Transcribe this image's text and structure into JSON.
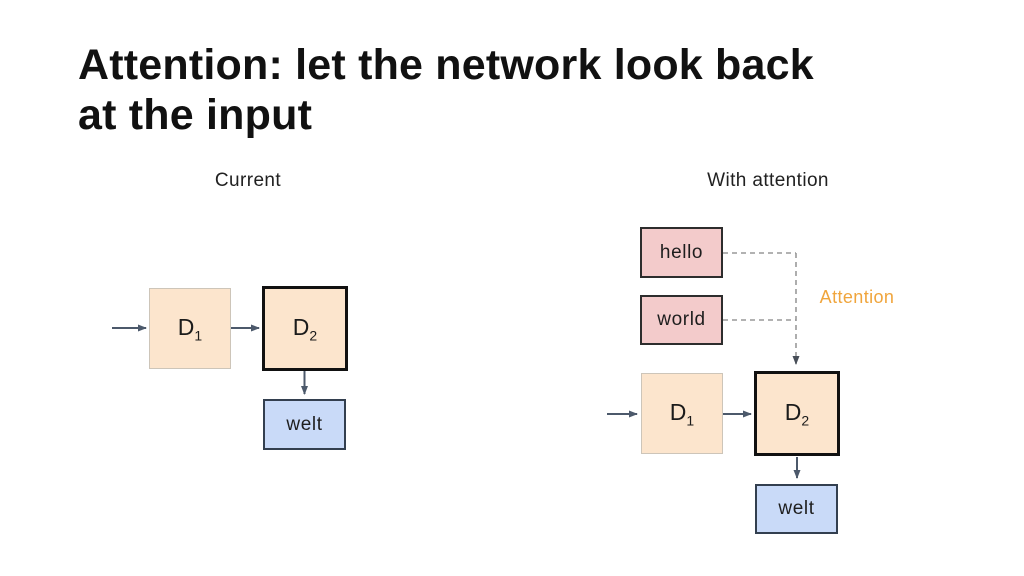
{
  "slide": {
    "title_line1": "Attention: let the network look back",
    "title_line2": "at the input"
  },
  "sections": {
    "current": {
      "label": "Current"
    },
    "with_attention": {
      "label": "With attention"
    }
  },
  "current_diagram": {
    "d1": {
      "base": "D",
      "sub": "1"
    },
    "d2": {
      "base": "D",
      "sub": "2"
    },
    "output": "welt"
  },
  "attention_diagram": {
    "inputs": [
      "hello",
      "world"
    ],
    "d1": {
      "base": "D",
      "sub": "1"
    },
    "d2": {
      "base": "D",
      "sub": "2"
    },
    "output": "welt",
    "attention_label": "Attention"
  },
  "colors": {
    "title_text": "#111111",
    "label_text": "#212121",
    "encoder_fill": "#fce5cd",
    "encoder_border_light": "#cdc5b9",
    "decoder_border_dark": "#111111",
    "input_fill": "#f3cbcb",
    "input_border": "#2d2d2d",
    "output_fill": "#c9daf8",
    "output_border": "#333f4f",
    "arrow": "#4c596b",
    "dashed_line": "#999999",
    "attention_text": "#f0a53c"
  }
}
